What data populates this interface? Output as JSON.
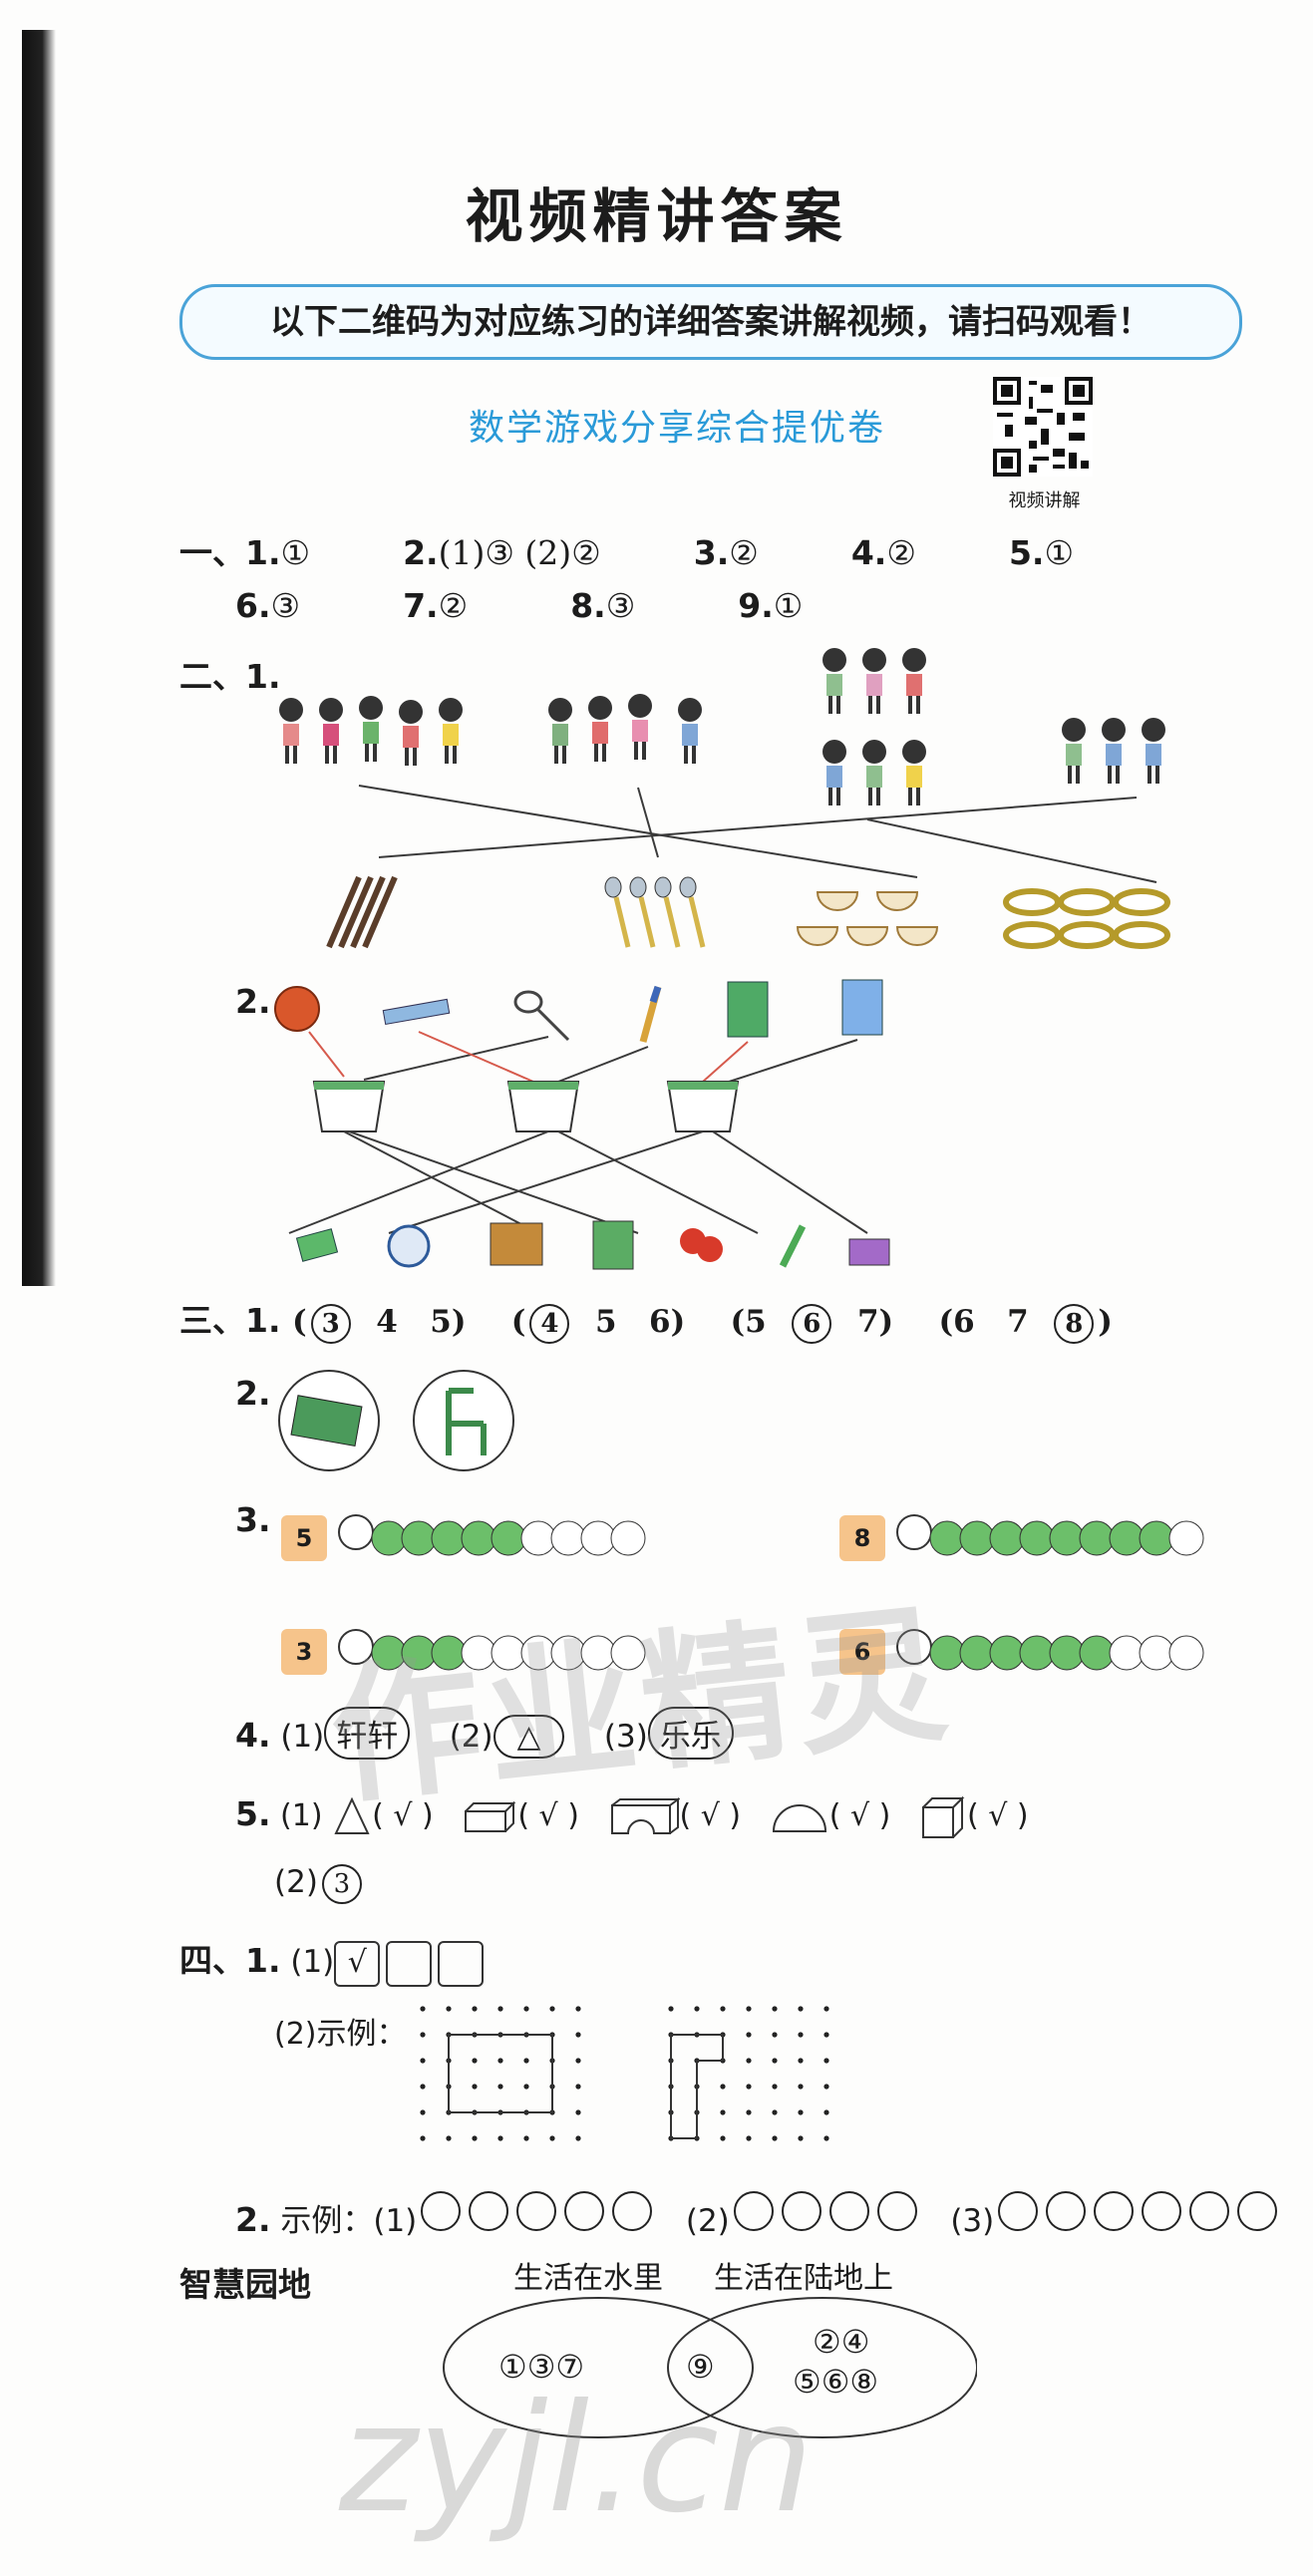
{
  "header": {
    "title": "视频精讲答案",
    "banner": "以下二维码为对应练习的详细答案讲解视频，请扫码观看！",
    "subtitle": "数学游戏分享综合提优卷",
    "qr_caption": "视频讲解"
  },
  "part1": {
    "label": "一、",
    "items": [
      {
        "num": "1.",
        "ans": "①"
      },
      {
        "num": "2.",
        "ans": "(1)③  (2)②"
      },
      {
        "num": "3.",
        "ans": "②"
      },
      {
        "num": "4.",
        "ans": "②"
      },
      {
        "num": "5.",
        "ans": "①"
      },
      {
        "num": "6.",
        "ans": "③"
      },
      {
        "num": "7.",
        "ans": "②"
      },
      {
        "num": "8.",
        "ans": "③"
      },
      {
        "num": "9.",
        "ans": "①"
      }
    ]
  },
  "part2": {
    "label": "二、",
    "q1": "1.",
    "q2": "2."
  },
  "part3": {
    "label": "三、",
    "q1": {
      "num": "1.",
      "groups": [
        [
          "(",
          "3",
          "4",
          "5",
          ")"
        ],
        [
          "(",
          "4",
          "5",
          "6",
          ")"
        ],
        [
          "(",
          "5",
          "6",
          "7",
          ")"
        ],
        [
          "(",
          "6",
          "7",
          "8",
          ")"
        ]
      ],
      "circled": [
        "3",
        "4",
        "6",
        "8"
      ]
    },
    "q2": "2.",
    "q3": {
      "num": "3.",
      "tags": [
        "5",
        "8",
        "3",
        "6"
      ]
    },
    "q4": {
      "num": "4.",
      "p1": "(1)",
      "a1": "轩轩",
      "p2": "(2)",
      "a2": "△",
      "p3": "(3)",
      "a3": "乐乐"
    },
    "q5": {
      "num": "5.",
      "p1": "(1)",
      "checks": [
        "( √ )",
        "( √ )",
        "( √ )",
        "( √ )",
        "( √ )"
      ],
      "p2": "(2)",
      "a2": "3"
    }
  },
  "part4": {
    "label": "四、",
    "q1": {
      "num": "1.",
      "p1": "(1)",
      "check": "√",
      "p2": "(2)示例："
    },
    "q2": {
      "num": "2.",
      "text": "示例：(1)",
      "p2": "(2)",
      "p3": "(3)"
    }
  },
  "wisdom": {
    "label": "智慧园地",
    "left_title": "生活在水里",
    "right_title": "生活在陆地上",
    "left_only": "①③⑦",
    "both": "⑨",
    "right_only_1": "②④",
    "right_only_2": "⑤⑥⑧"
  },
  "watermarks": {
    "w1": "作业精灵",
    "w2": "zyjl.cn"
  }
}
